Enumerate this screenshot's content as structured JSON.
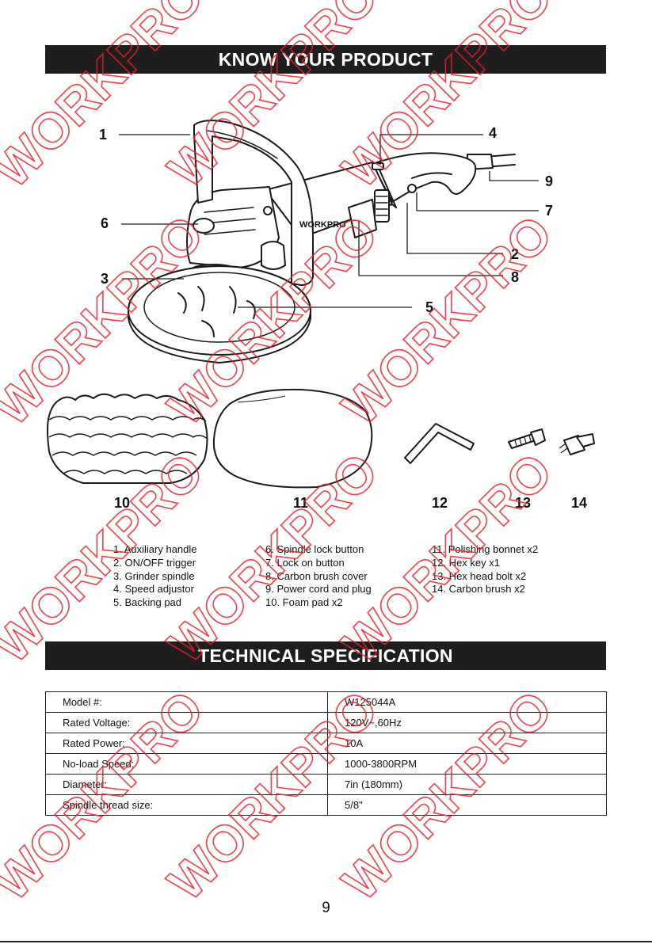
{
  "header": {
    "title": "KNOW YOUR PRODUCT"
  },
  "tool_callouts": [
    "1",
    "4",
    "9",
    "7",
    "6",
    "2",
    "3",
    "8",
    "5"
  ],
  "accessory_labels": [
    "10",
    "11",
    "12",
    "13",
    "14"
  ],
  "brand_logo_text": "WORKPRO",
  "watermark": "WORKPRO",
  "parts_list": {
    "col1": [
      "1. Auxiliary handle",
      "2. ON/OFF trigger",
      "3. Grinder spindle",
      "4. Speed adjustor",
      "5. Backing pad"
    ],
    "col2": [
      "6. Spindle lock button",
      "7. Lock on button",
      "8. Carbon brush cover",
      "9. Power cord and plug",
      "10. Foam pad x2"
    ],
    "col3": [
      "11. Polishing bonnet x2",
      "12. Hex key x1",
      "13. Hex head bolt x2",
      "14. Carbon brush x2"
    ]
  },
  "spec_section": {
    "title": "TECHNICAL SPECIFICATION"
  },
  "specs": [
    {
      "label": "Model #:",
      "value": "W125044A"
    },
    {
      "label": "Rated Voltage:",
      "value": "120V~,60Hz"
    },
    {
      "label": "Rated Power:",
      "value": "10A"
    },
    {
      "label": "No-load Speed:",
      "value": "1000-3800RPM"
    },
    {
      "label": "Diameter:",
      "value": "7in (180mm)"
    },
    {
      "label": "Spindle thread size:",
      "value": "5/8\""
    }
  ],
  "page_number": "9",
  "colors": {
    "banner": "#1e1e1e",
    "watermark": "#e8202a",
    "text": "#111111"
  }
}
